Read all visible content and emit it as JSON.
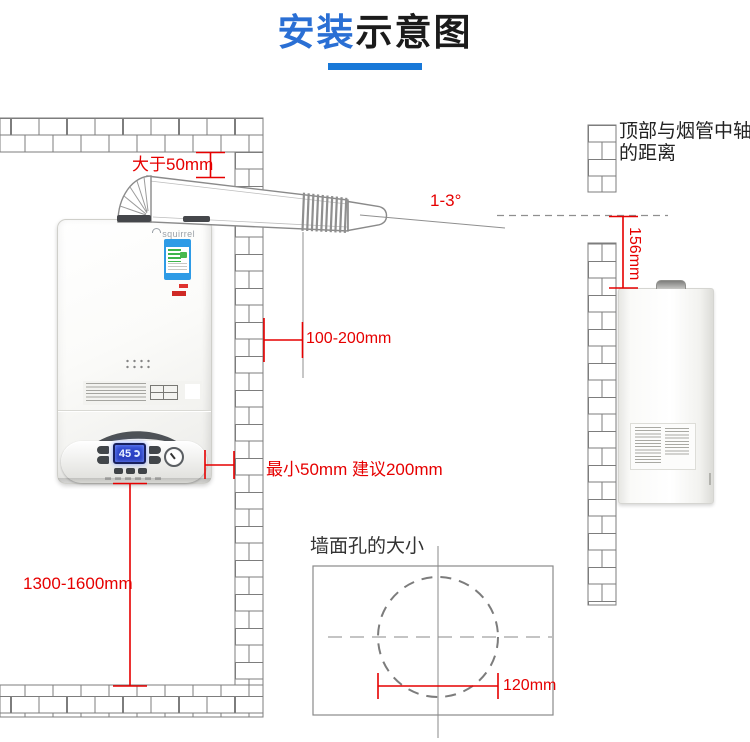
{
  "title": {
    "accent": "安装",
    "rest": "示意图"
  },
  "dimensions": {
    "top_gap": "大于50mm",
    "flue_angle": "1-3°",
    "wall_to_flue": "100-200mm",
    "side_gap": "最小50mm 建议200mm",
    "mount_height": "1300-1600mm",
    "axis_to_top": "156mm",
    "hole_diameter": "120mm"
  },
  "annotations": {
    "axis_note": "顶部与烟管中轴的距离",
    "hole_title": "墙面孔的大小"
  },
  "boiler": {
    "brand": "squirrel",
    "lcd_temp": "45"
  },
  "colors": {
    "title_accent": "#2a6fd4",
    "title_underline": "#1878d8",
    "dimension_red": "#e60000",
    "wall_line": "#7d7d7d"
  }
}
